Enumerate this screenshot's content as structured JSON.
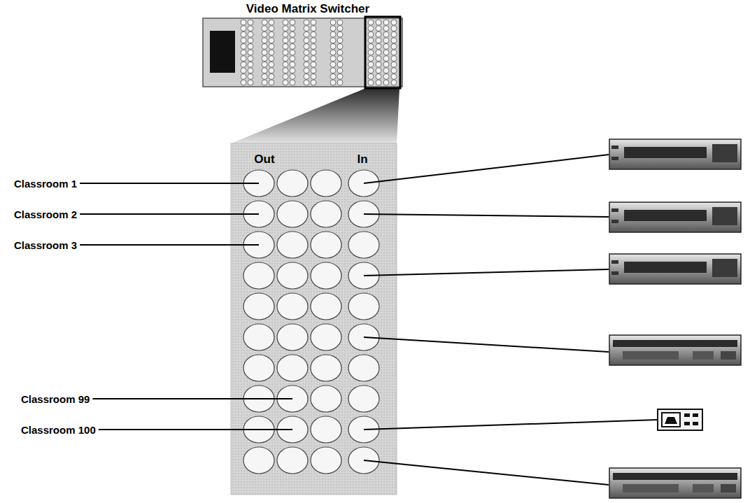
{
  "diagram": {
    "title": "Video Matrix Switcher",
    "nodes": [
      {
        "text": [
          "Out",
          "In"
        ]
      }
    ],
    "labels": [
      "Classroom 1",
      "Classroom 2",
      "Classroom 3",
      "Classroom 99",
      "Classroom 100"
    ]
  }
}
